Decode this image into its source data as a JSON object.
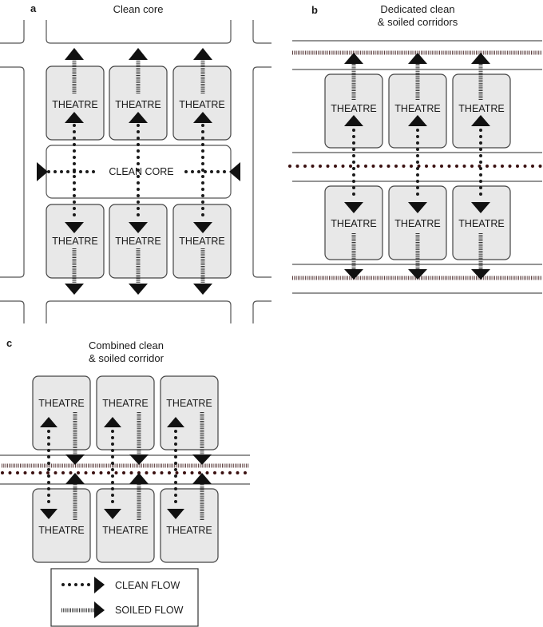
{
  "panels": {
    "a": {
      "letter": "a",
      "title": "Clean core",
      "core_label": "CLEAN CORE",
      "theatre_label": "THEATRE"
    },
    "b": {
      "letter": "b",
      "title_line1": "Dedicated clean",
      "title_line2": "& soiled corridors",
      "theatre_label": "THEATRE"
    },
    "c": {
      "letter": "c",
      "title_line1": "Combined clean",
      "title_line2": "& soiled corridor",
      "theatre_label": "THEATRE"
    }
  },
  "legend": {
    "clean_flow": "CLEAN FLOW",
    "soiled_flow": "SOILED FLOW"
  },
  "colors": {
    "theatre_fill": "#e8e8e8",
    "outline": "#555555",
    "arrow": "#111111",
    "corridor_dots": "#3a1010"
  }
}
